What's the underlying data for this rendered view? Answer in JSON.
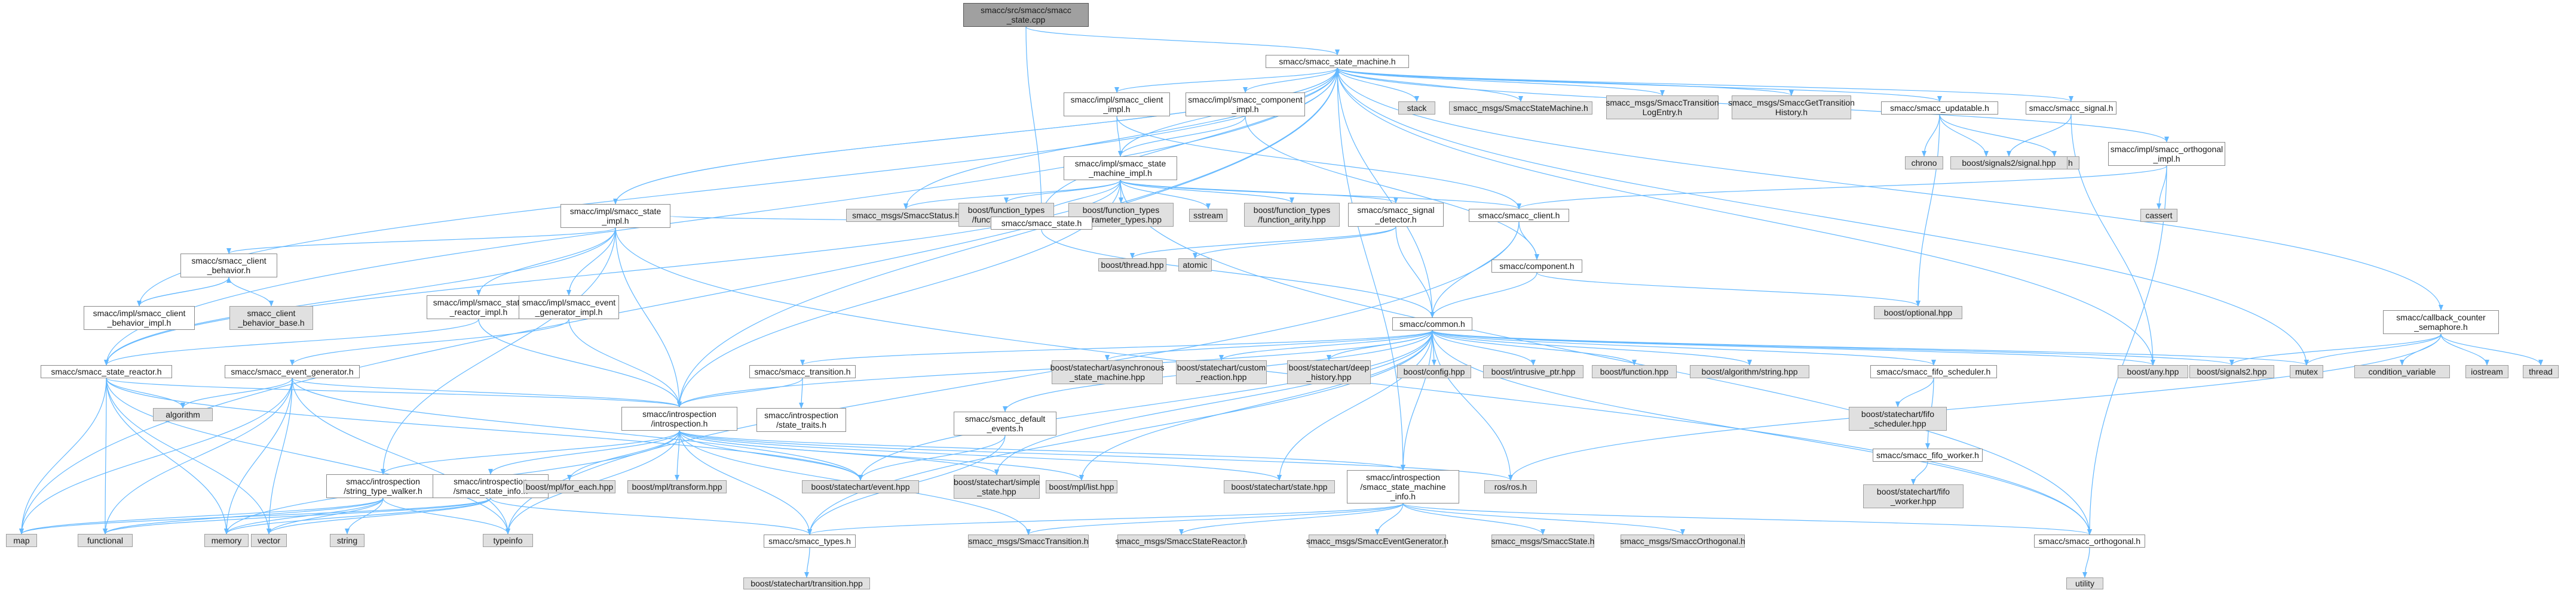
{
  "colors": {
    "edge": "#63b8ff",
    "internal_fill": "#ffffff",
    "external_fill": "#e0e0e0",
    "root_fill": "#a0a0a0"
  },
  "nodes": [
    {
      "id": "root",
      "label": "smacc/src/smacc/smacc\n_state.cpp",
      "kind": "root"
    },
    {
      "id": "sm",
      "label": "smacc/smacc_state_machine.h",
      "kind": "int"
    },
    {
      "id": "map",
      "label": "map",
      "kind": "ext"
    },
    {
      "id": "client_impl",
      "label": "smacc/impl/smacc_client\n_impl.h",
      "kind": "int"
    },
    {
      "id": "component_impl",
      "label": "smacc/impl/smacc_component\n_impl.h",
      "kind": "int"
    },
    {
      "id": "stack",
      "label": "stack",
      "kind": "ext"
    },
    {
      "id": "msg_sm",
      "label": "smacc_msgs/SmaccStateMachine.h",
      "kind": "ext"
    },
    {
      "id": "msg_tle",
      "label": "smacc_msgs/SmaccTransition\nLogEntry.h",
      "kind": "ext"
    },
    {
      "id": "msg_gth",
      "label": "smacc_msgs/SmaccGetTransition\nHistory.h",
      "kind": "ext"
    },
    {
      "id": "updatable",
      "label": "smacc/smacc_updatable.h",
      "kind": "int"
    },
    {
      "id": "signal",
      "label": "smacc/smacc_signal.h",
      "kind": "int"
    },
    {
      "id": "ortho_impl",
      "label": "smacc/impl/smacc_orthogonal\n_impl.h",
      "kind": "int"
    },
    {
      "id": "callback",
      "label": "smacc/callback_counter\n_semaphore.h",
      "kind": "int"
    },
    {
      "id": "sm_impl",
      "label": "smacc/impl/smacc_state\n_machine_impl.h",
      "kind": "int"
    },
    {
      "id": "chrono",
      "label": "chrono",
      "kind": "ext"
    },
    {
      "id": "ros_duration",
      "label": "ros/duration.h",
      "kind": "ext"
    },
    {
      "id": "ros_time",
      "label": "ros/time.h",
      "kind": "ext"
    },
    {
      "id": "signals2sig",
      "label": "boost/signals2/signal.hpp",
      "kind": "ext"
    },
    {
      "id": "state_impl",
      "label": "smacc/impl/smacc_state\n_impl.h",
      "kind": "int"
    },
    {
      "id": "msg_status",
      "label": "smacc_msgs/SmaccStatus.h",
      "kind": "ext"
    },
    {
      "id": "ft_type",
      "label": "boost/function_types\n/function_type.hpp",
      "kind": "ext"
    },
    {
      "id": "ft_param",
      "label": "boost/function_types\n/parameter_types.hpp",
      "kind": "ext"
    },
    {
      "id": "sstream",
      "label": "sstream",
      "kind": "ext"
    },
    {
      "id": "ft_arity",
      "label": "boost/function_types\n/function_arity.hpp",
      "kind": "ext"
    },
    {
      "id": "signal_detector",
      "label": "smacc/smacc_signal\n_detector.h",
      "kind": "int"
    },
    {
      "id": "client",
      "label": "smacc/smacc_client.h",
      "kind": "int"
    },
    {
      "id": "cassert",
      "label": "cassert",
      "kind": "ext"
    },
    {
      "id": "client_behavior",
      "label": "smacc/smacc_client\n_behavior.h",
      "kind": "int"
    },
    {
      "id": "state",
      "label": "smacc/smacc_state.h",
      "kind": "int"
    },
    {
      "id": "thread_hpp",
      "label": "boost/thread.hpp",
      "kind": "ext"
    },
    {
      "id": "atomic",
      "label": "atomic",
      "kind": "ext"
    },
    {
      "id": "component",
      "label": "smacc/component.h",
      "kind": "int"
    },
    {
      "id": "cb_impl",
      "label": "smacc/impl/smacc_client\n_behavior_impl.h",
      "kind": "int"
    },
    {
      "id": "cb_base",
      "label": "smacc_client\n_behavior_base.h",
      "kind": "ext"
    },
    {
      "id": "sr_impl",
      "label": "smacc/impl/smacc_state\n_reactor_impl.h",
      "kind": "int"
    },
    {
      "id": "eg_impl",
      "label": "smacc/impl/smacc_event\n_generator_impl.h",
      "kind": "int"
    },
    {
      "id": "optional",
      "label": "boost/optional.hpp",
      "kind": "ext"
    },
    {
      "id": "common",
      "label": "smacc/common.h",
      "kind": "int"
    },
    {
      "id": "state_reactor",
      "label": "smacc/smacc_state_reactor.h",
      "kind": "int"
    },
    {
      "id": "event_gen",
      "label": "smacc/smacc_event_generator.h",
      "kind": "int"
    },
    {
      "id": "transition",
      "label": "smacc/smacc_transition.h",
      "kind": "int"
    },
    {
      "id": "async",
      "label": "boost/statechart/asynchronous\n_state_machine.hpp",
      "kind": "ext"
    },
    {
      "id": "custom",
      "label": "boost/statechart/custom\n_reaction.hpp",
      "kind": "ext"
    },
    {
      "id": "deep",
      "label": "boost/statechart/deep\n_history.hpp",
      "kind": "ext"
    },
    {
      "id": "config",
      "label": "boost/config.hpp",
      "kind": "ext"
    },
    {
      "id": "intrusive",
      "label": "boost/intrusive_ptr.hpp",
      "kind": "ext"
    },
    {
      "id": "function",
      "label": "boost/function.hpp",
      "kind": "ext"
    },
    {
      "id": "algostr",
      "label": "boost/algorithm/string.hpp",
      "kind": "ext"
    },
    {
      "id": "fifo_sched",
      "label": "smacc/smacc_fifo_scheduler.h",
      "kind": "int"
    },
    {
      "id": "any",
      "label": "boost/any.hpp",
      "kind": "ext"
    },
    {
      "id": "signals2",
      "label": "boost/signals2.hpp",
      "kind": "ext"
    },
    {
      "id": "mutex",
      "label": "mutex",
      "kind": "ext"
    },
    {
      "id": "cond_var",
      "label": "condition_variable",
      "kind": "ext"
    },
    {
      "id": "iostream",
      "label": "iostream",
      "kind": "ext"
    },
    {
      "id": "thread",
      "label": "thread",
      "kind": "ext"
    },
    {
      "id": "algorithm",
      "label": "algorithm",
      "kind": "ext"
    },
    {
      "id": "introspection",
      "label": "smacc/introspection\n/introspection.h",
      "kind": "int"
    },
    {
      "id": "state_traits",
      "label": "smacc/introspection\n/state_traits.h",
      "kind": "int"
    },
    {
      "id": "default_events",
      "label": "smacc/smacc_default\n_events.h",
      "kind": "int"
    },
    {
      "id": "sc_fifo",
      "label": "boost/statechart/fifo\n_scheduler.hpp",
      "kind": "ext"
    },
    {
      "id": "fifo_worker",
      "label": "smacc/smacc_fifo_worker.h",
      "kind": "int"
    },
    {
      "id": "sc_fifo_worker",
      "label": "boost/statechart/fifo\n_worker.hpp",
      "kind": "ext"
    },
    {
      "id": "string_walker",
      "label": "smacc/introspection\n/string_type_walker.h",
      "kind": "int"
    },
    {
      "id": "state_info",
      "label": "smacc/introspection\n/smacc_state_info.h",
      "kind": "int"
    },
    {
      "id": "mpl_foreach",
      "label": "boost/mpl/for_each.hpp",
      "kind": "ext"
    },
    {
      "id": "mpl_transform",
      "label": "boost/mpl/transform.hpp",
      "kind": "ext"
    },
    {
      "id": "sc_event",
      "label": "boost/statechart/event.hpp",
      "kind": "ext"
    },
    {
      "id": "sc_simple",
      "label": "boost/statechart/simple\n_state.hpp",
      "kind": "ext"
    },
    {
      "id": "mpl_list",
      "label": "boost/mpl/list.hpp",
      "kind": "ext"
    },
    {
      "id": "sc_state",
      "label": "boost/statechart/state.hpp",
      "kind": "ext"
    },
    {
      "id": "sm_info",
      "label": "smacc/introspection\n/smacc_state_machine\n_info.h",
      "kind": "int"
    },
    {
      "id": "ros_h",
      "label": "ros/ros.h",
      "kind": "ext"
    },
    {
      "id": "functional",
      "label": "functional",
      "kind": "ext"
    },
    {
      "id": "memory",
      "label": "memory",
      "kind": "ext"
    },
    {
      "id": "vector",
      "label": "vector",
      "kind": "ext"
    },
    {
      "id": "string",
      "label": "string",
      "kind": "ext"
    },
    {
      "id": "typeinfo",
      "label": "typeinfo",
      "kind": "ext"
    },
    {
      "id": "smacc_types",
      "label": "smacc/smacc_types.h",
      "kind": "int"
    },
    {
      "id": "msg_transition",
      "label": "smacc_msgs/SmaccTransition.h",
      "kind": "ext"
    },
    {
      "id": "msg_sr",
      "label": "smacc_msgs/SmaccStateReactor.h",
      "kind": "ext"
    },
    {
      "id": "msg_eg",
      "label": "smacc_msgs/SmaccEventGenerator.h",
      "kind": "ext"
    },
    {
      "id": "msg_state",
      "label": "smacc_msgs/SmaccState.h",
      "kind": "ext"
    },
    {
      "id": "msg_ortho",
      "label": "smacc_msgs/SmaccOrthogonal.h",
      "kind": "ext"
    },
    {
      "id": "orthogonal",
      "label": "smacc/smacc_orthogonal.h",
      "kind": "int"
    },
    {
      "id": "utility",
      "label": "utility",
      "kind": "ext"
    },
    {
      "id": "sc_transition",
      "label": "boost/statechart/transition.hpp",
      "kind": "ext"
    }
  ],
  "edges": [
    [
      "root",
      "sm"
    ],
    [
      "root",
      "state"
    ],
    [
      "sm",
      "map"
    ],
    [
      "sm",
      "client_impl"
    ],
    [
      "sm",
      "component_impl"
    ],
    [
      "sm",
      "stack"
    ],
    [
      "sm",
      "msg_sm"
    ],
    [
      "sm",
      "msg_tle"
    ],
    [
      "sm",
      "msg_gth"
    ],
    [
      "sm",
      "updatable"
    ],
    [
      "sm",
      "signal"
    ],
    [
      "sm",
      "ortho_impl"
    ],
    [
      "sm",
      "callback"
    ],
    [
      "sm",
      "sm_impl"
    ],
    [
      "sm",
      "msg_status"
    ],
    [
      "sm",
      "introspection"
    ],
    [
      "sm",
      "common"
    ],
    [
      "sm",
      "any"
    ],
    [
      "sm",
      "mutex"
    ],
    [
      "sm",
      "state_reactor"
    ],
    [
      "sm",
      "state_impl"
    ],
    [
      "sm",
      "state"
    ],
    [
      "sm",
      "sm_info"
    ],
    [
      "client_impl",
      "sm_impl"
    ],
    [
      "client_impl",
      "client"
    ],
    [
      "component_impl",
      "sm_impl"
    ],
    [
      "component_impl",
      "component"
    ],
    [
      "updatable",
      "chrono"
    ],
    [
      "updatable",
      "ros_duration"
    ],
    [
      "updatable",
      "ros_time"
    ],
    [
      "updatable",
      "optional"
    ],
    [
      "signal",
      "signals2sig"
    ],
    [
      "signal",
      "any"
    ],
    [
      "ortho_impl",
      "client"
    ],
    [
      "ortho_impl",
      "cassert"
    ],
    [
      "ortho_impl",
      "orthogonal"
    ],
    [
      "callback",
      "mutex"
    ],
    [
      "callback",
      "cond_var"
    ],
    [
      "callback",
      "iostream"
    ],
    [
      "callback",
      "thread"
    ],
    [
      "callback",
      "signals2"
    ],
    [
      "callback",
      "ros_h"
    ],
    [
      "sm_impl",
      "msg_status"
    ],
    [
      "sm_impl",
      "ft_type"
    ],
    [
      "sm_impl",
      "ft_param"
    ],
    [
      "sm_impl",
      "sstream"
    ],
    [
      "sm_impl",
      "ft_arity"
    ],
    [
      "sm_impl",
      "signal_detector"
    ],
    [
      "sm_impl",
      "client"
    ],
    [
      "sm_impl",
      "state"
    ],
    [
      "sm_impl",
      "introspection"
    ],
    [
      "sm_impl",
      "state_reactor"
    ],
    [
      "sm_impl",
      "orthogonal"
    ],
    [
      "state_impl",
      "sm"
    ],
    [
      "state_impl",
      "client_behavior"
    ],
    [
      "state_impl",
      "state"
    ],
    [
      "state_impl",
      "sr_impl"
    ],
    [
      "state_impl",
      "eg_impl"
    ],
    [
      "state_impl",
      "introspection"
    ],
    [
      "state_impl",
      "string_walker"
    ],
    [
      "state_impl",
      "state_reactor"
    ],
    [
      "state_impl",
      "orthogonal"
    ],
    [
      "signal_detector",
      "thread_hpp"
    ],
    [
      "signal_detector",
      "atomic"
    ],
    [
      "signal_detector",
      "common"
    ],
    [
      "client",
      "component"
    ],
    [
      "client",
      "common"
    ],
    [
      "client",
      "typeinfo"
    ],
    [
      "client_behavior",
      "cb_base"
    ],
    [
      "client_behavior",
      "cb_impl"
    ],
    [
      "cb_impl",
      "sm"
    ],
    [
      "cb_impl",
      "client_behavior"
    ],
    [
      "state",
      "common"
    ],
    [
      "component",
      "common"
    ],
    [
      "component",
      "optional"
    ],
    [
      "sr_impl",
      "state_reactor"
    ],
    [
      "sr_impl",
      "introspection"
    ],
    [
      "eg_impl",
      "event_gen"
    ],
    [
      "eg_impl",
      "introspection"
    ],
    [
      "common",
      "transition"
    ],
    [
      "common",
      "async"
    ],
    [
      "common",
      "custom"
    ],
    [
      "common",
      "deep"
    ],
    [
      "common",
      "config"
    ],
    [
      "common",
      "intrusive"
    ],
    [
      "common",
      "function"
    ],
    [
      "common",
      "algostr"
    ],
    [
      "common",
      "fifo_sched"
    ],
    [
      "common",
      "any"
    ],
    [
      "common",
      "signals2"
    ],
    [
      "common",
      "mutex"
    ],
    [
      "common",
      "introspection"
    ],
    [
      "common",
      "default_events"
    ],
    [
      "common",
      "sc_event"
    ],
    [
      "common",
      "sc_simple"
    ],
    [
      "common",
      "mpl_list"
    ],
    [
      "common",
      "sc_state"
    ],
    [
      "common",
      "sm_info"
    ],
    [
      "common",
      "ros_h"
    ],
    [
      "common",
      "smacc_types"
    ],
    [
      "common",
      "orthogonal"
    ],
    [
      "state_reactor",
      "algorithm"
    ],
    [
      "state_reactor",
      "introspection"
    ],
    [
      "state_reactor",
      "map"
    ],
    [
      "state_reactor",
      "functional"
    ],
    [
      "state_reactor",
      "memory"
    ],
    [
      "state_reactor",
      "vector"
    ],
    [
      "state_reactor",
      "typeinfo"
    ],
    [
      "state_reactor",
      "sc_event"
    ],
    [
      "event_gen",
      "algorithm"
    ],
    [
      "event_gen",
      "introspection"
    ],
    [
      "event_gen",
      "map"
    ],
    [
      "event_gen",
      "functional"
    ],
    [
      "event_gen",
      "memory"
    ],
    [
      "event_gen",
      "vector"
    ],
    [
      "event_gen",
      "typeinfo"
    ],
    [
      "event_gen",
      "sc_event"
    ],
    [
      "transition",
      "introspection"
    ],
    [
      "transition",
      "state_traits"
    ],
    [
      "introspection",
      "string_walker"
    ],
    [
      "introspection",
      "state_info"
    ],
    [
      "introspection",
      "mpl_foreach"
    ],
    [
      "introspection",
      "mpl_transform"
    ],
    [
      "introspection",
      "sc_event"
    ],
    [
      "introspection",
      "sc_simple"
    ],
    [
      "introspection",
      "mpl_list"
    ],
    [
      "introspection",
      "sc_state"
    ],
    [
      "introspection",
      "sm_info"
    ],
    [
      "introspection",
      "ros_h"
    ],
    [
      "introspection",
      "typeinfo"
    ],
    [
      "introspection",
      "smacc_types"
    ],
    [
      "introspection",
      "msg_transition"
    ],
    [
      "introspection",
      "memory"
    ],
    [
      "default_events",
      "sc_event"
    ],
    [
      "default_events",
      "smacc_types"
    ],
    [
      "fifo_sched",
      "sc_fifo"
    ],
    [
      "fifo_sched",
      "fifo_worker"
    ],
    [
      "fifo_worker",
      "sc_fifo_worker"
    ],
    [
      "string_walker",
      "map"
    ],
    [
      "string_walker",
      "memory"
    ],
    [
      "string_walker",
      "vector"
    ],
    [
      "string_walker",
      "string"
    ],
    [
      "string_walker",
      "typeinfo"
    ],
    [
      "string_walker",
      "functional"
    ],
    [
      "state_info",
      "smacc_types"
    ],
    [
      "state_info",
      "memory"
    ],
    [
      "state_info",
      "vector"
    ],
    [
      "state_info",
      "map"
    ],
    [
      "state_info",
      "functional"
    ],
    [
      "sm_info",
      "msg_sr"
    ],
    [
      "sm_info",
      "msg_eg"
    ],
    [
      "sm_info",
      "msg_state"
    ],
    [
      "sm_info",
      "msg_ortho"
    ],
    [
      "sm_info",
      "orthogonal"
    ],
    [
      "sm_info",
      "smacc_types"
    ],
    [
      "sm_info",
      "msg_transition"
    ],
    [
      "orthogonal",
      "utility"
    ],
    [
      "smacc_types",
      "sc_transition"
    ]
  ]
}
